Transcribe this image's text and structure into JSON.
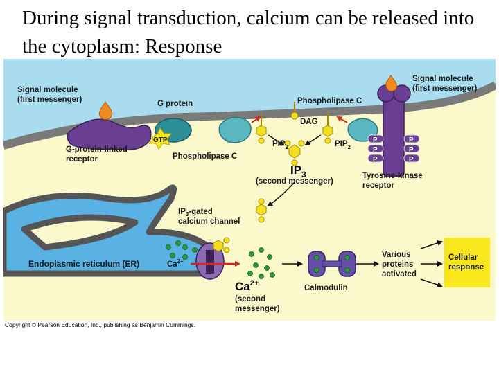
{
  "slide": {
    "title": "During signal transduction, calcium can be released into the cytoplasm: Response"
  },
  "diagram": {
    "labels": {
      "signal_molecule_left": [
        "Signal molecule",
        "(first messenger)"
      ],
      "signal_molecule_right": [
        "Signal molecule",
        "(first messenger)"
      ],
      "g_protein": "G protein",
      "phospholipase_c_top": "Phospholipase C",
      "dag": "DAG",
      "gtp": "GTP",
      "pip2_left": "PIP",
      "pip2_right": "PIP",
      "pip2_sub": "2",
      "gpcr": [
        "G-protein-linked",
        "receptor"
      ],
      "phospholipase_c_bottom": "Phospholipase C",
      "ip3_main": "IP",
      "ip3_sub": "3",
      "ip3_second": "(second messenger)",
      "rtk": [
        "Tyrosine-kinase",
        "receptor"
      ],
      "ip3_channel_line1_main": "IP",
      "ip3_channel_line1_sub": "3",
      "ip3_channel_line1_rest": "-gated",
      "ip3_channel_line2": "calcium channel",
      "er": "Endoplasmic reticulum (ER)",
      "ca_small": "Ca",
      "ca_small_sup": "2+",
      "ca_big": "Ca",
      "ca_big_sup": "2+",
      "ca_second": [
        "(second",
        "messenger)"
      ],
      "calmodulin": "Calmodulin",
      "various": [
        "Various",
        "proteins",
        "activated"
      ],
      "cellular_response": [
        "Cellular",
        "response"
      ],
      "p_label": "P"
    },
    "colors": {
      "extracellular": "#a8dcee",
      "membrane": "#7a7a7a",
      "cytoplasm": "#fbf8cc",
      "er_fill": "#5ab2e4",
      "er_edge": "#555555",
      "gpcr": "#6a3e93",
      "signal_orange": "#f08a1e",
      "g_protein": "#2c8f98",
      "plc": "#5ab7c0",
      "ip3_yellow": "#f3df1f",
      "ca_green": "#2c9a3a",
      "calmodulin": "#6450a7",
      "response_box": "#f9e61b",
      "arrow_red": "#d0281e"
    }
  },
  "copyright": "Copyright © Pearson Education, Inc., publishing as Benjamin Cummings."
}
